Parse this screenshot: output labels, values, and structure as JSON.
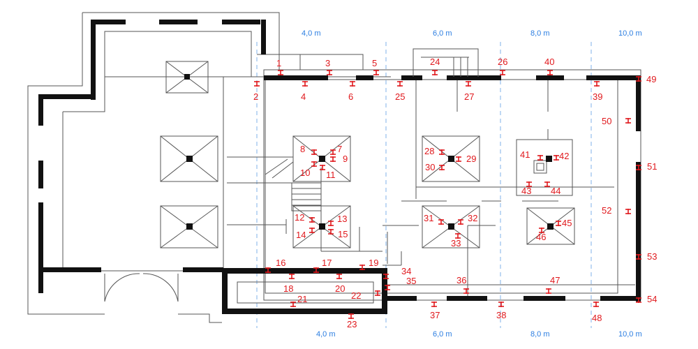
{
  "dimensions": [
    "4,0 m",
    "6,0 m",
    "8,0 m",
    "10,0 m"
  ],
  "points": [
    {
      "id": "1"
    },
    {
      "id": "2"
    },
    {
      "id": "3"
    },
    {
      "id": "4"
    },
    {
      "id": "5"
    },
    {
      "id": "6"
    },
    {
      "id": "7"
    },
    {
      "id": "8"
    },
    {
      "id": "9"
    },
    {
      "id": "10"
    },
    {
      "id": "11"
    },
    {
      "id": "12"
    },
    {
      "id": "13"
    },
    {
      "id": "14"
    },
    {
      "id": "15"
    },
    {
      "id": "16"
    },
    {
      "id": "17"
    },
    {
      "id": "18"
    },
    {
      "id": "19"
    },
    {
      "id": "20"
    },
    {
      "id": "21"
    },
    {
      "id": "22"
    },
    {
      "id": "23"
    },
    {
      "id": "24"
    },
    {
      "id": "25"
    },
    {
      "id": "26"
    },
    {
      "id": "27"
    },
    {
      "id": "28"
    },
    {
      "id": "29"
    },
    {
      "id": "30"
    },
    {
      "id": "31"
    },
    {
      "id": "32"
    },
    {
      "id": "33"
    },
    {
      "id": "34"
    },
    {
      "id": "35"
    },
    {
      "id": "36"
    },
    {
      "id": "37"
    },
    {
      "id": "38"
    },
    {
      "id": "39"
    },
    {
      "id": "40"
    },
    {
      "id": "41"
    },
    {
      "id": "42"
    },
    {
      "id": "43"
    },
    {
      "id": "44"
    },
    {
      "id": "45"
    },
    {
      "id": "46"
    },
    {
      "id": "47"
    },
    {
      "id": "48"
    },
    {
      "id": "49"
    },
    {
      "id": "50"
    },
    {
      "id": "51"
    },
    {
      "id": "52"
    },
    {
      "id": "53"
    },
    {
      "id": "54"
    }
  ],
  "colors": {
    "dimension": "#2a7de1",
    "marker": "#e0191d",
    "wall": "#111111"
  }
}
